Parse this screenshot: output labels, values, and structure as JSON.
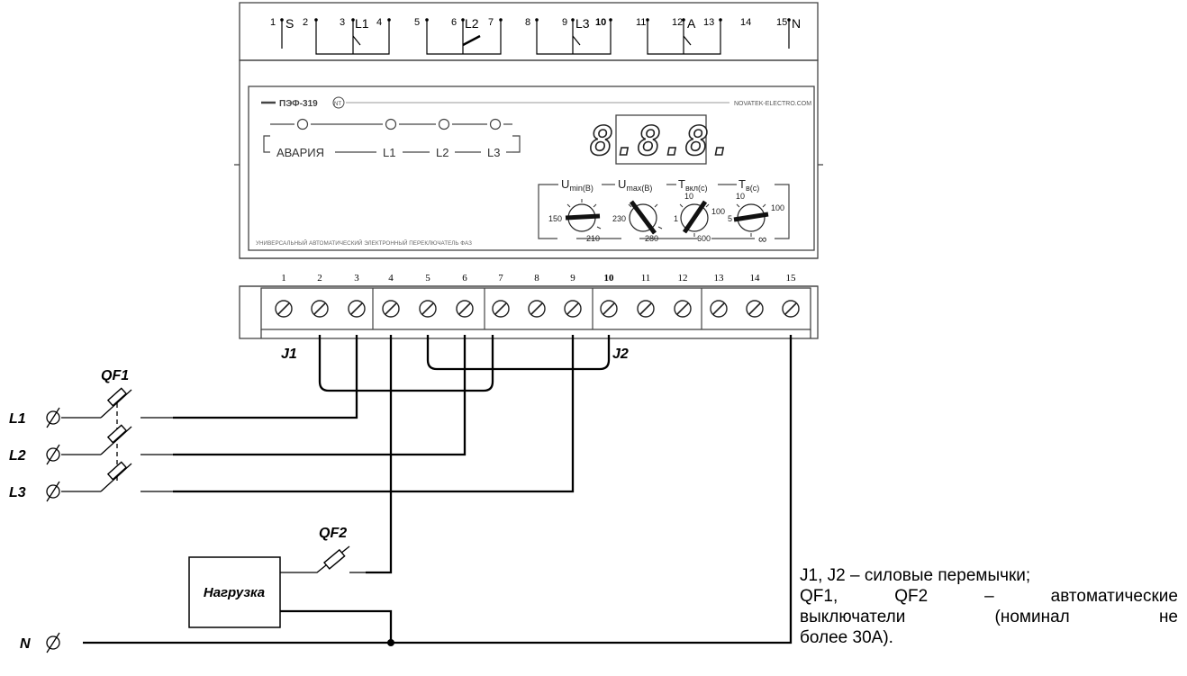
{
  "top_contacts": {
    "numbers": [
      "1",
      "2",
      "3",
      "4",
      "5",
      "6",
      "7",
      "8",
      "9",
      "10",
      "11",
      "12",
      "13",
      "14",
      "15"
    ],
    "labels": {
      "s": "S",
      "l1": "L1",
      "l2": "L2",
      "l3": "L3",
      "a": "A",
      "n": "N"
    }
  },
  "device": {
    "logo": "ПЭФ-319",
    "logo_mark": "NT",
    "website": "NOVATEK-ELECTRO.COM",
    "leds": {
      "alarm": "АВАРИЯ",
      "l1": "L1",
      "l2": "L2",
      "l3": "L3"
    },
    "display": "8.8.8.",
    "knobs": [
      {
        "label": "U",
        "sub": "min(B)",
        "min": "150",
        "max": "210",
        "left": "",
        "top": ""
      },
      {
        "label": "U",
        "sub": "max(B)",
        "min": "230",
        "max": "280",
        "left": "",
        "top": ""
      },
      {
        "label": "T",
        "sub": "вкл(с)",
        "min": "1",
        "max": "600",
        "left": "",
        "top": "10",
        "right": "100"
      },
      {
        "label": "T",
        "sub": "в(с)",
        "min": "5",
        "max": "∞",
        "left": "",
        "top": "10",
        "right": "100"
      }
    ],
    "description": "УНИВЕРСАЛЬНЫЙ АВТОМАТИЧЕСКИЙ ЭЛЕКТРОННЫЙ ПЕРЕКЛЮЧАТЕЛЬ ФАЗ"
  },
  "terminals": {
    "numbers": [
      "1",
      "2",
      "3",
      "4",
      "5",
      "6",
      "7",
      "8",
      "9",
      "10",
      "11",
      "12",
      "13",
      "14",
      "15"
    ]
  },
  "jumpers": {
    "j1": "J1",
    "j2": "J2"
  },
  "breakers": {
    "qf1": "QF1",
    "qf2": "QF2"
  },
  "inputs": {
    "l1": "L1",
    "l2": "L2",
    "l3": "L3",
    "n": "N"
  },
  "load": "Нагрузка",
  "note": {
    "line1": "J1, J2 – силовые перемычки;",
    "line2_words": [
      "QF1,",
      "QF2",
      "–",
      "автоматические"
    ],
    "line3_words": [
      "выключатели",
      "(номинал",
      "не"
    ],
    "line4": "более 30А)."
  },
  "colors": {
    "line": "#000000",
    "panel": "#ffffff",
    "frame": "#444444"
  }
}
